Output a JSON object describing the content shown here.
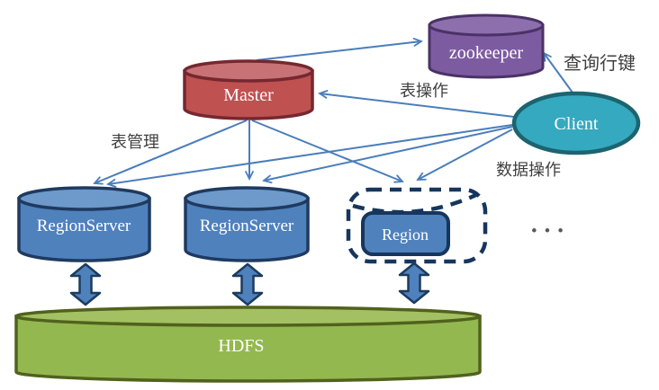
{
  "diagram": {
    "type": "architecture-diagram",
    "nodes": {
      "zookeeper": {
        "label": "zookeeper",
        "shape": "cylinder",
        "fill": "#7d5ba1",
        "border": "#4b3266"
      },
      "master": {
        "label": "Master",
        "shape": "cylinder",
        "fill": "#bf5150",
        "border": "#752830"
      },
      "client": {
        "label": "Client",
        "shape": "ellipse",
        "fill": "#35a9bf",
        "border": "#1c646f"
      },
      "regionserver1": {
        "label": "RegionServer",
        "shape": "cylinder",
        "fill": "#4f81bd",
        "border": "#1f3a5f"
      },
      "regionserver2": {
        "label": "RegionServer",
        "shape": "cylinder",
        "fill": "#4f81bd",
        "border": "#1f3a5f"
      },
      "region": {
        "label": "Region",
        "shape": "rounded-rect",
        "fill": "#4f81bd",
        "border": "#17365d"
      },
      "region_group": {
        "label": "",
        "shape": "dashed-cylinder",
        "fill": "none",
        "border": "#17365d"
      },
      "hdfs": {
        "label": "HDFS",
        "shape": "cylinder",
        "fill": "#94b850",
        "border": "#50621d"
      }
    },
    "edge_labels": {
      "table_ops": "表操作",
      "query_row_key": "查询行键",
      "table_management": "表管理",
      "data_ops": "数据操作"
    },
    "edges": [
      {
        "from": "master",
        "to": "zookeeper"
      },
      {
        "from": "client",
        "to": "zookeeper",
        "label": "查询行键"
      },
      {
        "from": "client",
        "to": "master",
        "label": "表操作"
      },
      {
        "from": "master",
        "to": "regionserver1",
        "label": "表管理"
      },
      {
        "from": "master",
        "to": "regionserver2"
      },
      {
        "from": "master",
        "to": "region"
      },
      {
        "from": "client",
        "to": "regionserver1"
      },
      {
        "from": "client",
        "to": "regionserver2",
        "label": "数据操作"
      },
      {
        "from": "client",
        "to": "region"
      },
      {
        "from": "regionserver1",
        "to": "hdfs",
        "bidirectional": true
      },
      {
        "from": "regionserver2",
        "to": "hdfs",
        "bidirectional": true
      },
      {
        "from": "region",
        "to": "hdfs",
        "bidirectional": true
      }
    ],
    "ellipsis": "•••",
    "colors": {
      "arrow": "#4a7ebb",
      "double_arrow_fill": "#4f81bd",
      "double_arrow_border": "#1c3c5e",
      "dashed_border": "#17365d",
      "edge_label_text": "#3f3f3f",
      "ellipsis_dots": "#595959"
    }
  }
}
